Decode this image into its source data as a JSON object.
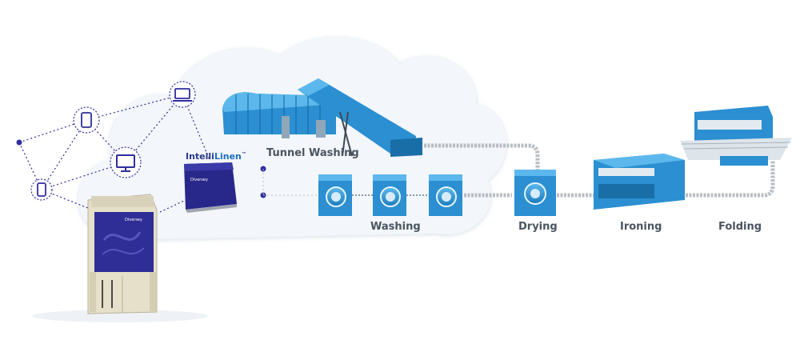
{
  "brand": {
    "part1": "Intelli",
    "part2": "Linen",
    "mark": "™"
  },
  "device_brand": "Diversey",
  "stages": {
    "tunnel_washing": "Tunnel Washing",
    "washing": "Washing",
    "drying": "Drying",
    "ironing": "Ironing",
    "folding": "Folding"
  },
  "colors": {
    "machine_blue": "#2b8fd1",
    "machine_dark": "#1a6ea8",
    "network_purple": "#2e2ea0",
    "cloud": "#f2f6fa",
    "belt_grey": "#b8bec4",
    "dispenser_beige": "#e6dfc9"
  }
}
